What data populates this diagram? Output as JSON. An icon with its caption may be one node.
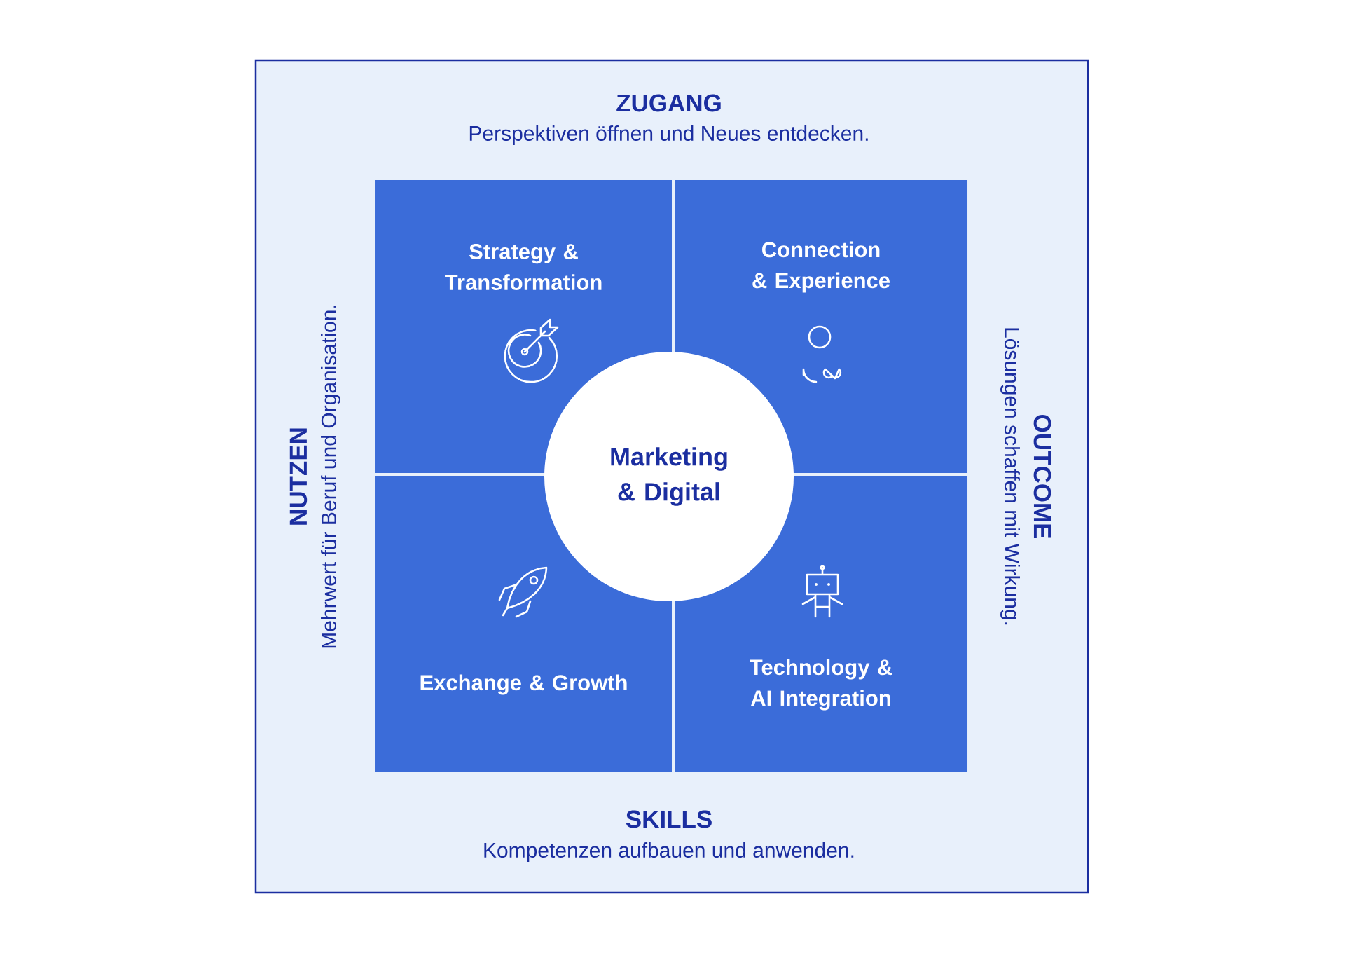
{
  "diagram": {
    "nodes": [
      {
        "text": [
          "Strategy & Transformation"
        ]
      },
      {
        "text": [
          "Connection & Experience"
        ]
      },
      {
        "text": [
          "Exchange & Growth"
        ]
      },
      {
        "text": [
          "Technology & AI Integration"
        ]
      },
      {
        "text": [
          "Marketing & Digital"
        ]
      }
    ],
    "labels": [
      "ZUGANG",
      "Perspektiven öffnen und Neues entdecken.",
      "NUTZEN",
      "Mehrwert für Beruf und Organisation.",
      "OUTCOME",
      "Lösungen schaffen mit Wirkung.",
      "SKILLS",
      "Kompetenzen aufbauen und anwenden."
    ]
  }
}
